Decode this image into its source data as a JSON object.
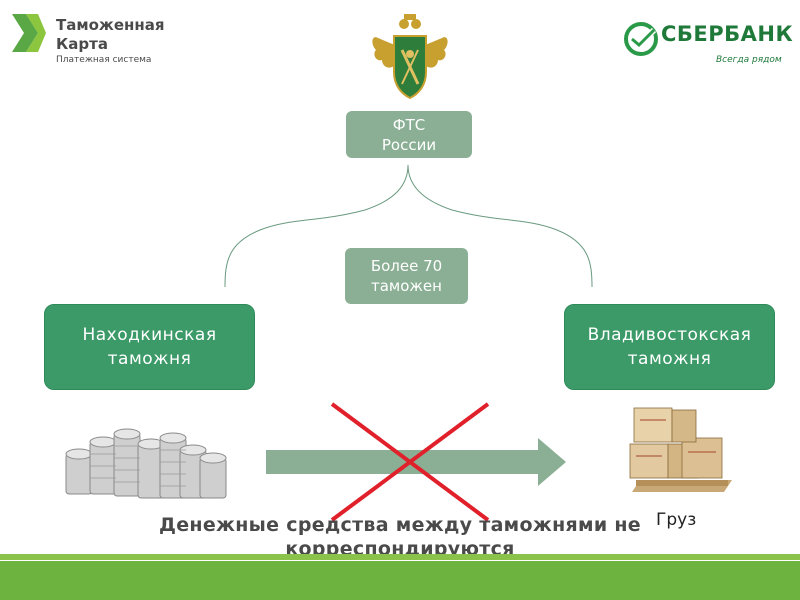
{
  "logos": {
    "left": {
      "line1": "Таможенная",
      "line2": "Карта",
      "line3": "Платежная система"
    },
    "right": {
      "name": "СБЕРБАНК",
      "slogan": "Всегда рядом"
    }
  },
  "nodes": {
    "fts": "ФТС России",
    "count": "Более 70 таможен",
    "nakhodka": "Находкинская таможня",
    "vladivostok": "Владивостокская таможня"
  },
  "labels": {
    "cargo": "Груз",
    "note": "Денежные средства между таможнями не корреспондируются"
  },
  "colors": {
    "box_light": "#8aaf94",
    "box_dark": "#3c9a68",
    "arrow": "#8aaf94",
    "cross": "#e0202a",
    "band": "#6db33f"
  }
}
